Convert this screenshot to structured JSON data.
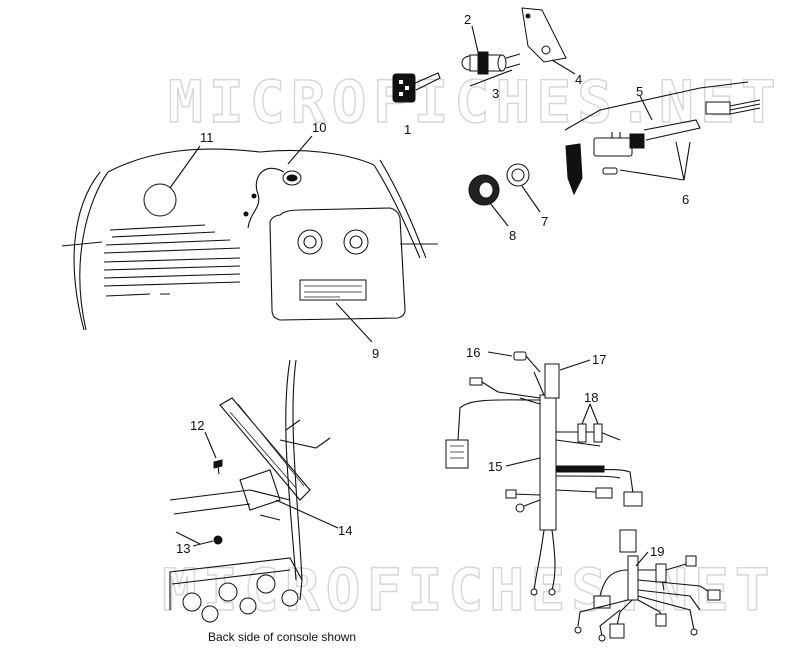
{
  "watermark": "MICROFICHES.NET",
  "callouts": {
    "c1": "1",
    "c2": "2",
    "c3": "3",
    "c4": "4",
    "c5": "5",
    "c6": "6",
    "c7": "7",
    "c8": "8",
    "c9": "9",
    "c10": "10",
    "c11": "11",
    "c12": "12",
    "c13": "13",
    "c14": "14",
    "c15": "15",
    "c16": "16",
    "c17": "17",
    "c18": "18",
    "c19": "19"
  },
  "caption": "Back side of console shown"
}
